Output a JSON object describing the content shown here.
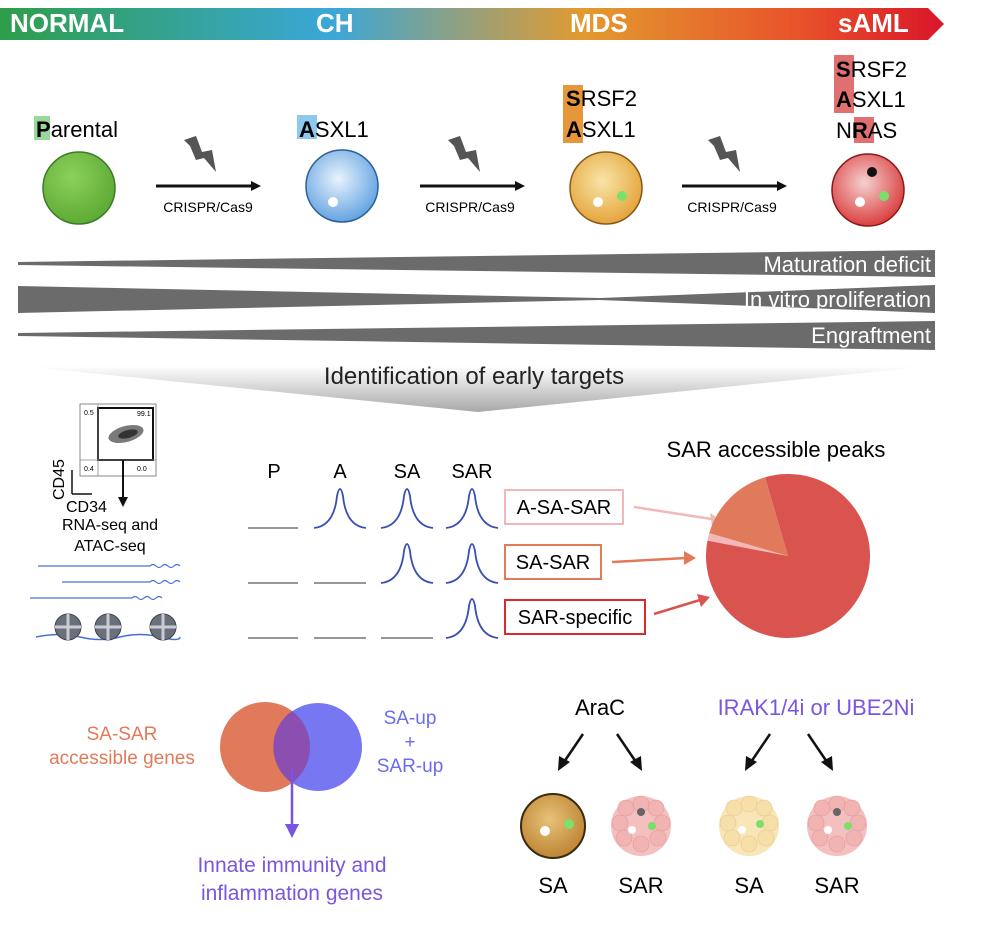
{
  "stages": {
    "normal": "NORMAL",
    "ch": "CH",
    "mds": "MDS",
    "saml": "sAML"
  },
  "cells": {
    "parental": {
      "initial": "P",
      "rest": "arental"
    },
    "asxl1": {
      "initial": "A",
      "rest": "SXL1"
    },
    "mds_line1": {
      "initial": "S",
      "rest": "RSF2"
    },
    "mds_line2": {
      "initial": "A",
      "rest": "SXL1"
    },
    "saml_line1": {
      "initial": "S",
      "rest": "RSF2"
    },
    "saml_line2": {
      "initial": "A",
      "rest": "SXL1"
    },
    "saml_line3": {
      "pre": "N",
      "initial": "R",
      "rest": "AS"
    }
  },
  "arrows": {
    "crispr": "CRISPR/Cas9"
  },
  "phenotypes": {
    "maturation": "Maturation deficit",
    "proliferation": "In vitro proliferation",
    "engraftment": "Engraftment"
  },
  "identification": "Identification of early targets",
  "facs": {
    "y_axis": "CD45",
    "x_axis": "CD34",
    "q_tl": "0.5",
    "q_tr": "99.1",
    "q_bl": "0.4",
    "q_br": "0.0",
    "seq_line1": "RNA-seq and",
    "seq_line2": "ATAC-seq"
  },
  "peaks": {
    "headers": [
      "P",
      "A",
      "SA",
      "SAR"
    ],
    "labels": {
      "a_sa_sar": "A-SA-SAR",
      "sa_sar": "SA-SAR",
      "sar_specific": "SAR-specific"
    }
  },
  "pie": {
    "title": "SAR accessible peaks",
    "slices": [
      {
        "label": "A-SA-SAR",
        "fraction": 0.015,
        "color": "#f2b8b8"
      },
      {
        "label": "SA-SAR",
        "fraction": 0.16,
        "color": "#e07a5a"
      },
      {
        "label": "SAR-specific",
        "fraction": 0.825,
        "color": "#d9534f"
      }
    ]
  },
  "venn": {
    "left_line1": "SA-SAR",
    "left_line2": "accessible genes",
    "right_line1": "SA-up",
    "right_plus": "+",
    "right_line2": "SAR-up",
    "result_line1": "Innate immunity and",
    "result_line2": "inflammation genes"
  },
  "treatment": {
    "arac": "AraC",
    "inhibitor": "IRAK1/4i or UBE2Ni",
    "sa": "SA",
    "sar": "SAR"
  },
  "colors": {
    "green_cell": "#6ab640",
    "blue_cell": "#4a90d9",
    "orange_cell": "#e09a30",
    "red_cell": "#d92b2b",
    "venn_left": "#e07a5a",
    "venn_right": "#6b6bf0",
    "purple_text": "#7a55e0",
    "gray_wedge": "#666666"
  }
}
